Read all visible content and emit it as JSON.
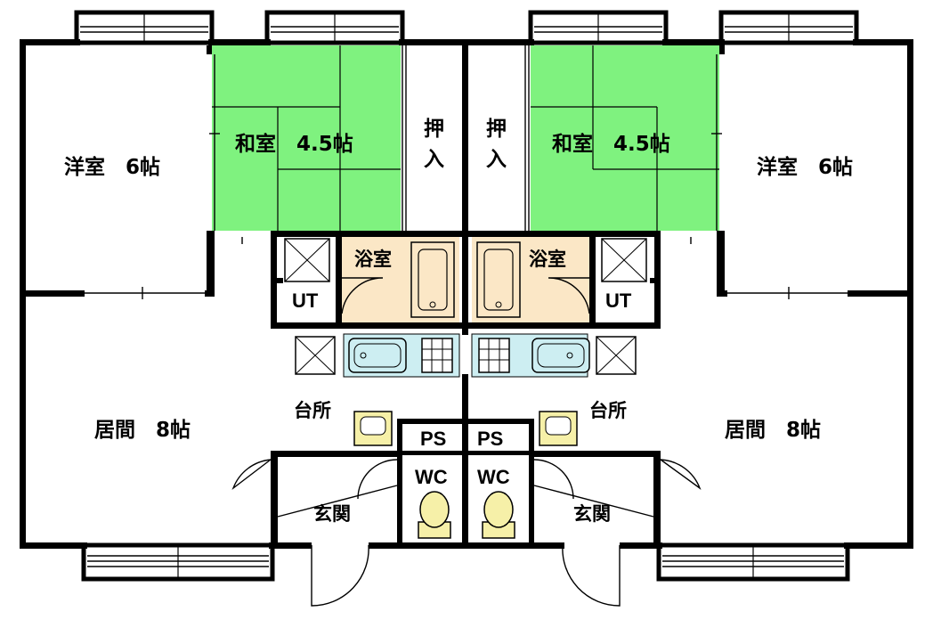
{
  "floorplan": {
    "left_unit": {
      "western_room": "洋室　6帖",
      "japanese_room": "和室　4.5帖",
      "closet": [
        "押",
        "入"
      ],
      "bath": "浴室",
      "utility": "UT",
      "kitchen": "台所",
      "living": "居間　8帖",
      "entrance": "玄関",
      "toilet": "WC",
      "pipe_space": "PS"
    },
    "right_unit": {
      "western_room": "洋室　6帖",
      "japanese_room": "和室　4.5帖",
      "closet": [
        "押",
        "入"
      ],
      "bath": "浴室",
      "utility": "UT",
      "kitchen": "台所",
      "living": "居間　8帖",
      "entrance": "玄関",
      "toilet": "WC",
      "pipe_space": "PS"
    },
    "colors": {
      "tatami": "#7ff27f",
      "bath": "#fbe7c6",
      "kitchen_counter": "#cdeef2",
      "fixture": "#f6f0a8",
      "wall": "#000000"
    }
  }
}
